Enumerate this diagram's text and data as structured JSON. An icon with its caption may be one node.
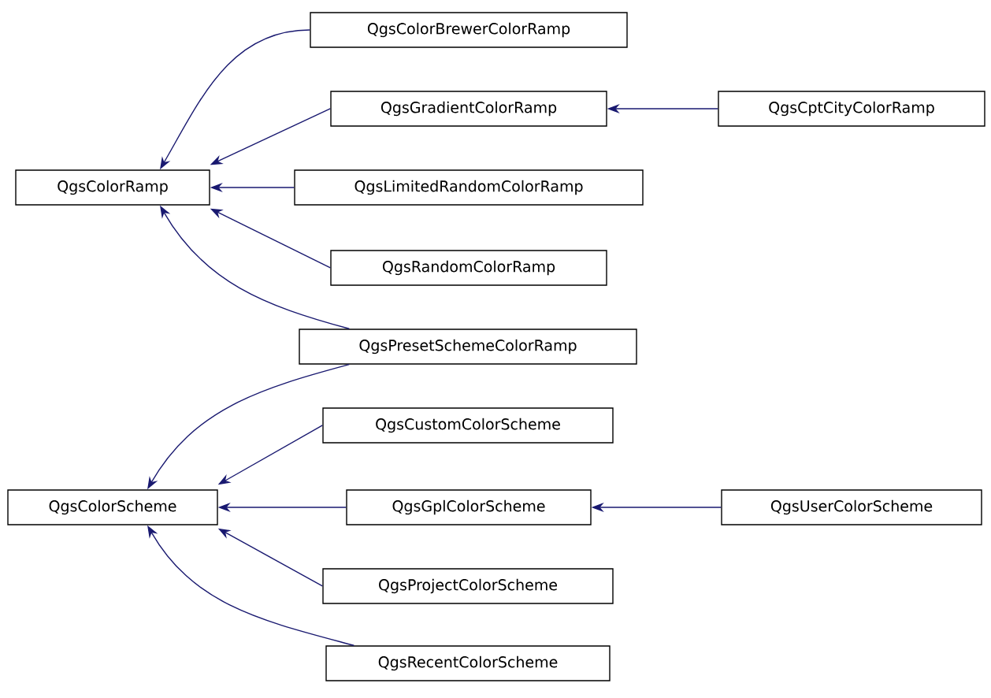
{
  "diagram": {
    "nodes": [
      {
        "text": [
          "QgsColorBrewerColorRamp"
        ]
      },
      {
        "text": [
          "QgsGradientColorRamp"
        ]
      },
      {
        "text": [
          "QgsCptCityColorRamp"
        ]
      },
      {
        "text": [
          "QgsColorRamp"
        ]
      },
      {
        "text": [
          "QgsLimitedRandomColorRamp"
        ]
      },
      {
        "text": [
          "QgsRandomColorRamp"
        ]
      },
      {
        "text": [
          "QgsPresetSchemeColorRamp"
        ]
      },
      {
        "text": [
          "QgsCustomColorScheme"
        ]
      },
      {
        "text": [
          "QgsColorScheme"
        ]
      },
      {
        "text": [
          "QgsGplColorScheme"
        ]
      },
      {
        "text": [
          "QgsUserColorScheme"
        ]
      },
      {
        "text": [
          "QgsProjectColorScheme"
        ]
      },
      {
        "text": [
          "QgsRecentColorScheme"
        ]
      }
    ],
    "edges": [
      {
        "from": 0,
        "to": 3,
        "arrow": "to"
      },
      {
        "from": 1,
        "to": 3,
        "arrow": "to"
      },
      {
        "from": 4,
        "to": 3,
        "arrow": "to"
      },
      {
        "from": 5,
        "to": 3,
        "arrow": "to"
      },
      {
        "from": 6,
        "to": 3,
        "arrow": "to"
      },
      {
        "from": 2,
        "to": 1,
        "arrow": "to"
      },
      {
        "from": 6,
        "to": 8,
        "arrow": "to"
      },
      {
        "from": 7,
        "to": 8,
        "arrow": "to"
      },
      {
        "from": 9,
        "to": 8,
        "arrow": "to"
      },
      {
        "from": 11,
        "to": 8,
        "arrow": "to"
      },
      {
        "from": 12,
        "to": 8,
        "arrow": "to"
      },
      {
        "from": 10,
        "to": 9,
        "arrow": "to"
      }
    ]
  }
}
